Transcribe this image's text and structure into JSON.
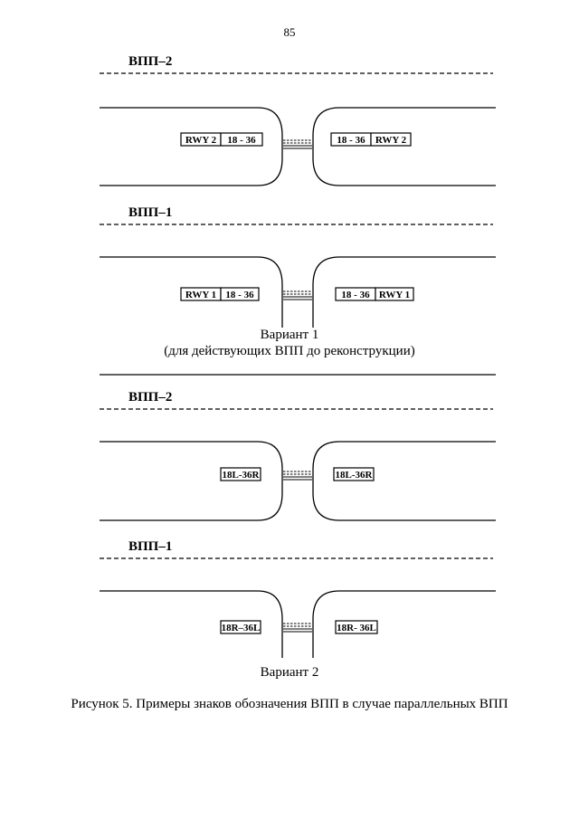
{
  "page_number": "85",
  "variant1": {
    "runway2": {
      "label": "ВПП–2",
      "left_sign": [
        "RWY 2",
        "18 - 36"
      ],
      "right_sign": [
        "18 - 36",
        "RWY 2"
      ]
    },
    "runway1": {
      "label": "ВПП–1",
      "left_sign": [
        "RWY 1",
        "18 - 36"
      ],
      "right_sign": [
        "18 - 36",
        "RWY 1"
      ]
    },
    "caption_line1": "Вариант 1",
    "caption_line2": "(для действующих ВПП до реконструкции)"
  },
  "variant2": {
    "runway2": {
      "label": "ВПП–2",
      "left_sign": "18L-36R",
      "right_sign": "18L-36R"
    },
    "runway1": {
      "label": "ВПП–1",
      "left_sign": "18R–36L",
      "right_sign": "18R- 36L"
    },
    "caption": "Вариант 2"
  },
  "figure_caption": "Рисунок 5. Примеры знаков обозначения ВПП в случае параллельных ВПП"
}
